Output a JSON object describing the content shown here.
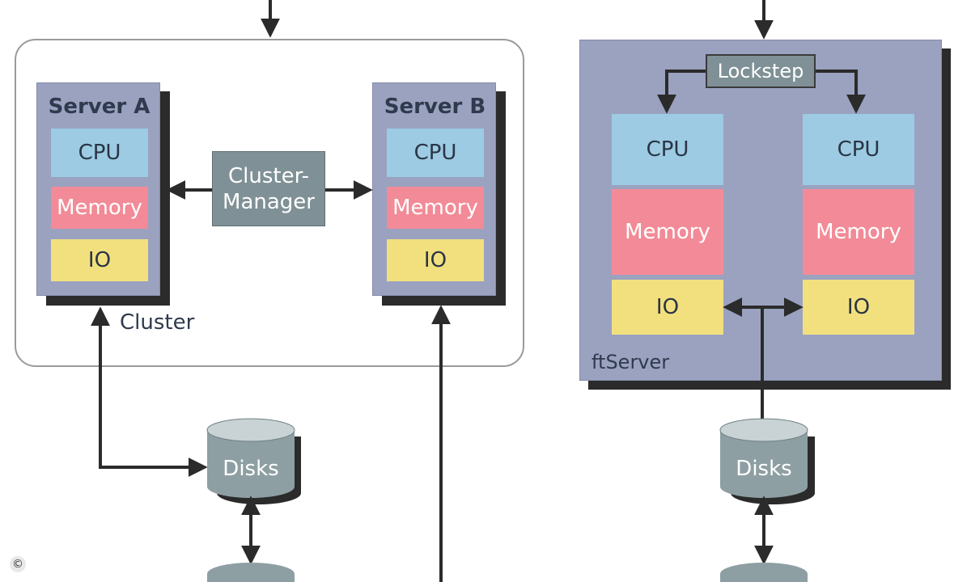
{
  "cluster": {
    "label": "Cluster",
    "server_a": {
      "title": "Server A",
      "cpu": "CPU",
      "memory": "Memory",
      "io": "IO"
    },
    "server_b": {
      "title": "Server B",
      "cpu": "CPU",
      "memory": "Memory",
      "io": "IO"
    },
    "manager": {
      "line1": "Cluster-",
      "line2": "Manager"
    },
    "disks": "Disks"
  },
  "ftserver": {
    "label": "ftServer",
    "lockstep": "Lockstep",
    "left": {
      "cpu": "CPU",
      "memory": "Memory",
      "io": "IO"
    },
    "right": {
      "cpu": "CPU",
      "memory": "Memory",
      "io": "IO"
    },
    "disks": "Disks"
  },
  "copyright": "©",
  "colors": {
    "server": "#9aa2c0",
    "cpu": "#9ccbe3",
    "memory": "#f28b97",
    "io": "#f2e07f",
    "manager": "#7f9196",
    "disk": "#8e9fa3"
  }
}
